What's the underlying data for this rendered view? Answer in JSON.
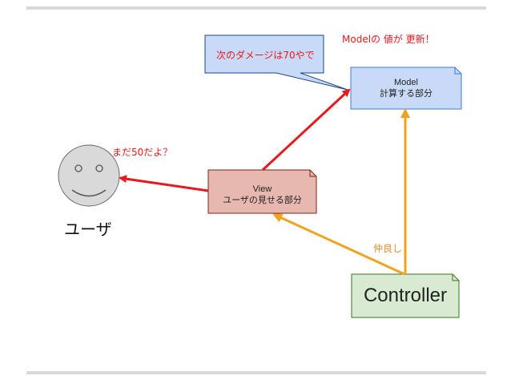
{
  "nodes": {
    "model": {
      "title": "Model",
      "subtitle": "計算する部分"
    },
    "view": {
      "title": "View",
      "subtitle": "ユーザの見せる部分"
    },
    "controller": {
      "title": "Controller"
    },
    "user": {
      "label": "ユーザ"
    }
  },
  "annotations": {
    "speech_bubble": "次のダメージは70やで",
    "model_updated": "Modelの 値が 更新！",
    "user_says": "まだ50だよ？",
    "friendly": "仲良し"
  },
  "colors": {
    "model_fill": "#c9daf8",
    "model_border": "#3c78d8",
    "view_fill": "#e6b8af",
    "view_border": "#85200c",
    "controller_fill": "#d9ead3",
    "controller_border": "#38761d",
    "red_arrow": "#e8191c",
    "orange_arrow": "#f2a223",
    "face_fill": "#d9d9d9",
    "red_text": "#e8191c",
    "orange_text": "#e69138"
  }
}
